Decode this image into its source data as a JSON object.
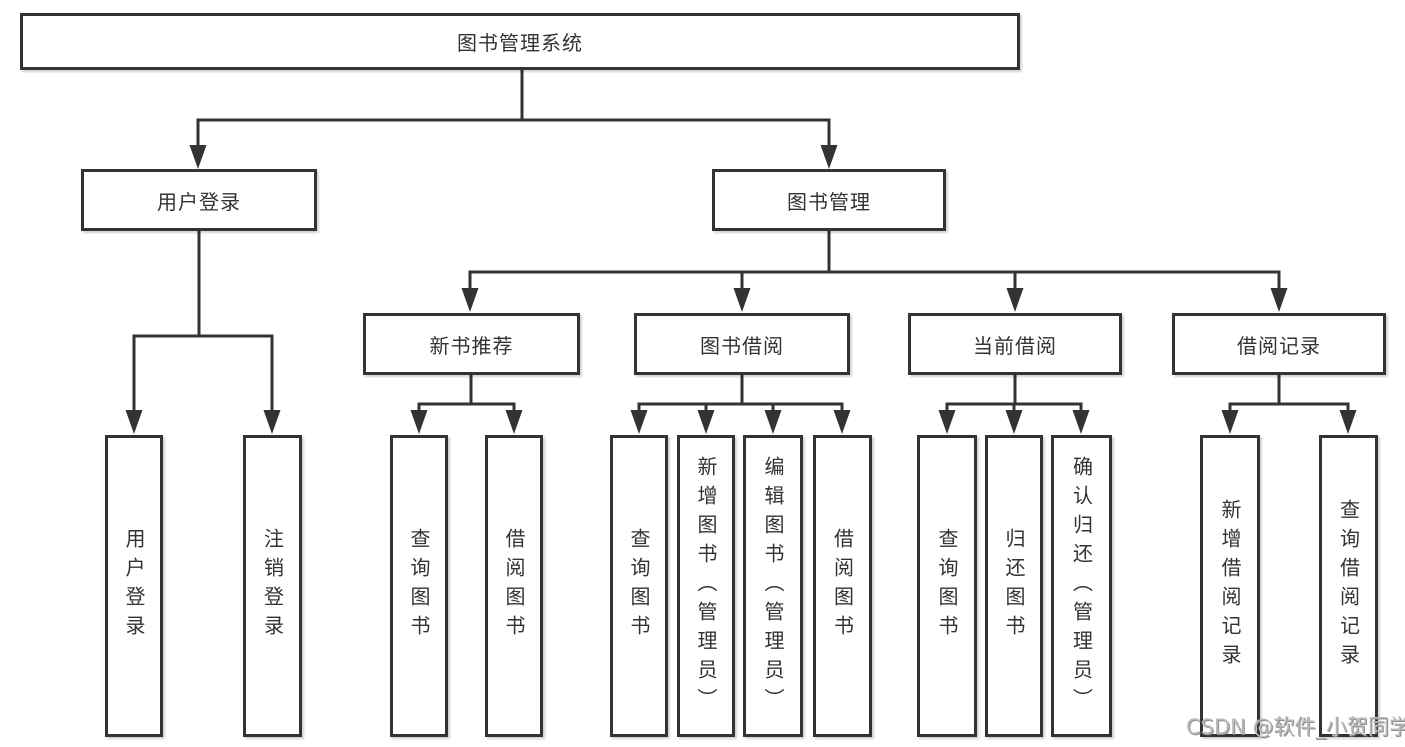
{
  "diagram_type": "hierarchy-tree",
  "tree": {
    "label": "图书管理系统",
    "children": [
      {
        "label": "用户登录",
        "children": [
          {
            "label": "用户登录"
          },
          {
            "label": "注销登录"
          }
        ]
      },
      {
        "label": "图书管理",
        "children": [
          {
            "label": "新书推荐",
            "children": [
              {
                "label": "查询图书"
              },
              {
                "label": "借阅图书"
              }
            ]
          },
          {
            "label": "图书借阅",
            "children": [
              {
                "label": "查询图书"
              },
              {
                "label": "新增图书（管理员）"
              },
              {
                "label": "编辑图书（管理员）"
              },
              {
                "label": "借阅图书"
              }
            ]
          },
          {
            "label": "当前借阅",
            "children": [
              {
                "label": "查询图书"
              },
              {
                "label": "归还图书"
              },
              {
                "label": "确认归还（管理员）"
              }
            ]
          },
          {
            "label": "借阅记录",
            "children": [
              {
                "label": "新增借阅记录"
              },
              {
                "label": "查询借阅记录"
              }
            ]
          }
        ]
      }
    ]
  },
  "watermark": {
    "text": "CSDN @软件_小贺同学"
  },
  "colors": {
    "background": "#ffffff",
    "line": "#333333",
    "box_border": "#333333",
    "box_fill": "#ffffff",
    "text": "#333333",
    "watermark": "#b9b9b9"
  }
}
